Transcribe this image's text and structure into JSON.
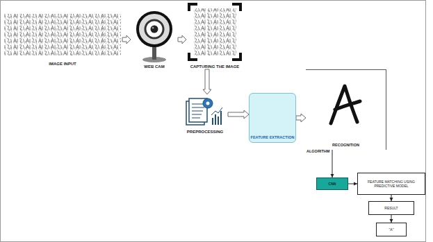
{
  "diagram": {
    "nodes": [
      {
        "text": [
          "IMAGE INPUT"
        ]
      },
      {
        "text": [
          "WEB CAM"
        ]
      },
      {
        "text": [
          "CAPTURING THE IMAGE"
        ]
      },
      {
        "text": [
          "PREPROCESSING"
        ]
      },
      {
        "text": [
          "FEATURE EXTRACTION"
        ]
      },
      {
        "text": [
          "RECOGNITION"
        ]
      },
      {
        "text": [
          "CNN"
        ]
      },
      {
        "text": [
          "FEATURE MATCHING USING PREDICTIVE MODEL"
        ]
      },
      {
        "text": [
          "RESULT"
        ]
      },
      {
        "text": [
          "\"A\""
        ]
      }
    ],
    "edges": [
      {
        "from": 0,
        "to": 1,
        "arrow": "to"
      },
      {
        "from": 1,
        "to": 2,
        "arrow": "to"
      },
      {
        "from": 2,
        "to": 3,
        "arrow": "to"
      },
      {
        "from": 3,
        "to": 4,
        "arrow": "to"
      },
      {
        "from": 4,
        "to": 5,
        "arrow": "to"
      },
      {
        "from": 5,
        "to": 6,
        "arrow": "to"
      },
      {
        "from": 6,
        "to": 7,
        "arrow": "to"
      },
      {
        "from": 7,
        "to": 8,
        "arrow": "to"
      },
      {
        "from": 8,
        "to": 9,
        "arrow": "to"
      }
    ],
    "labels": [
      "ALGORITHM"
    ]
  }
}
